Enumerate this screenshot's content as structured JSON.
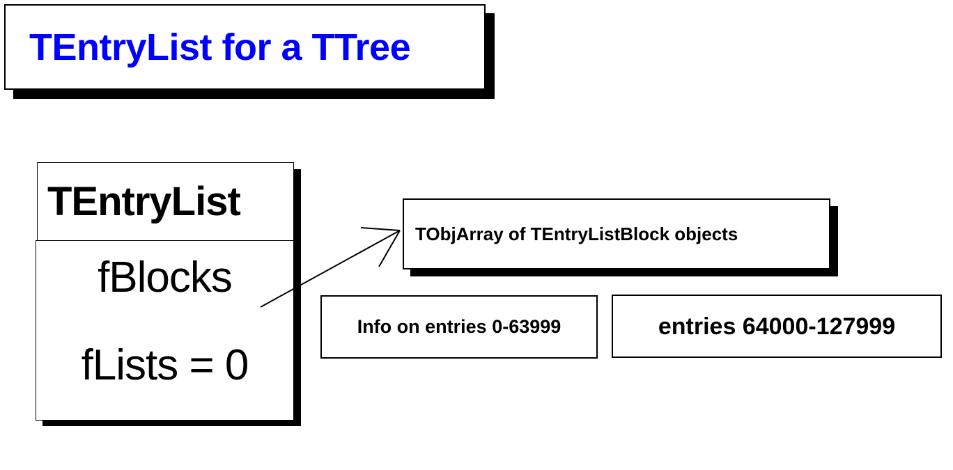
{
  "slide": {
    "background": "#ffffff",
    "title": {
      "text": "TEntryList for a TTree",
      "color": "#0000ff"
    },
    "class_box": {
      "header": "TEntryList",
      "fields": [
        {
          "name": "fBlocks"
        },
        {
          "name": "fLists = 0"
        }
      ]
    },
    "objarray_box": {
      "text": "TObjArray of TEntryListBlock objects"
    },
    "blocks": [
      {
        "text": "Info on entries 0-63999"
      },
      {
        "text": "entries 64000-127999"
      }
    ],
    "connector": {
      "name": "fblocks-to-objarray-arrow",
      "from": "fBlocks",
      "to": "TObjArray of TEntryListBlock objects"
    },
    "colors": {
      "title_blue": "#0000ff",
      "line": "#000000",
      "box_fill": "#ffffff",
      "shadow": "#000000"
    }
  }
}
